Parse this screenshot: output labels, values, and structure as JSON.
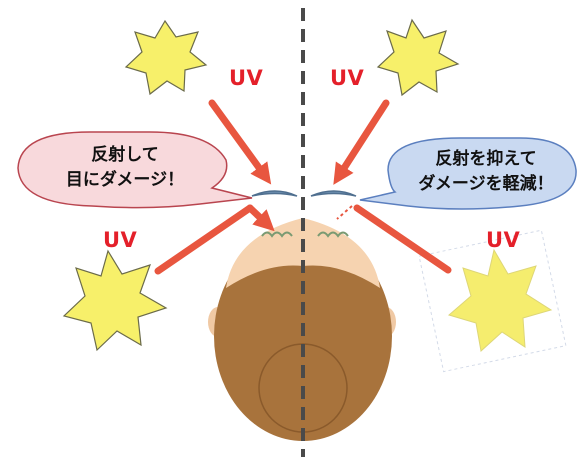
{
  "labels": {
    "uv_top_left": "UV",
    "uv_top_right": "UV",
    "uv_left": "UV",
    "uv_right": "UV"
  },
  "bubbles": {
    "left": {
      "line1": "反射して",
      "line2": "目にダメージ！"
    },
    "right": {
      "line1": "反射を抑えて",
      "line2": "ダメージを軽減！"
    }
  },
  "colors": {
    "arrow": "#e8563f",
    "uv_text": "#e4202a",
    "star_fill": "#f7f06a",
    "star_stroke": "#6b6b4a",
    "hair": "#a8733c",
    "skin": "#f6d3b0",
    "ear": "#f0c9a4",
    "divider": "#4a4a4a",
    "left_bubble": "#f8d9dc",
    "left_bubble_stroke": "#b9454f",
    "right_bubble": "#c9d9f1",
    "right_bubble_stroke": "#5b7fbf",
    "eyelid": "#6d8fb0"
  }
}
